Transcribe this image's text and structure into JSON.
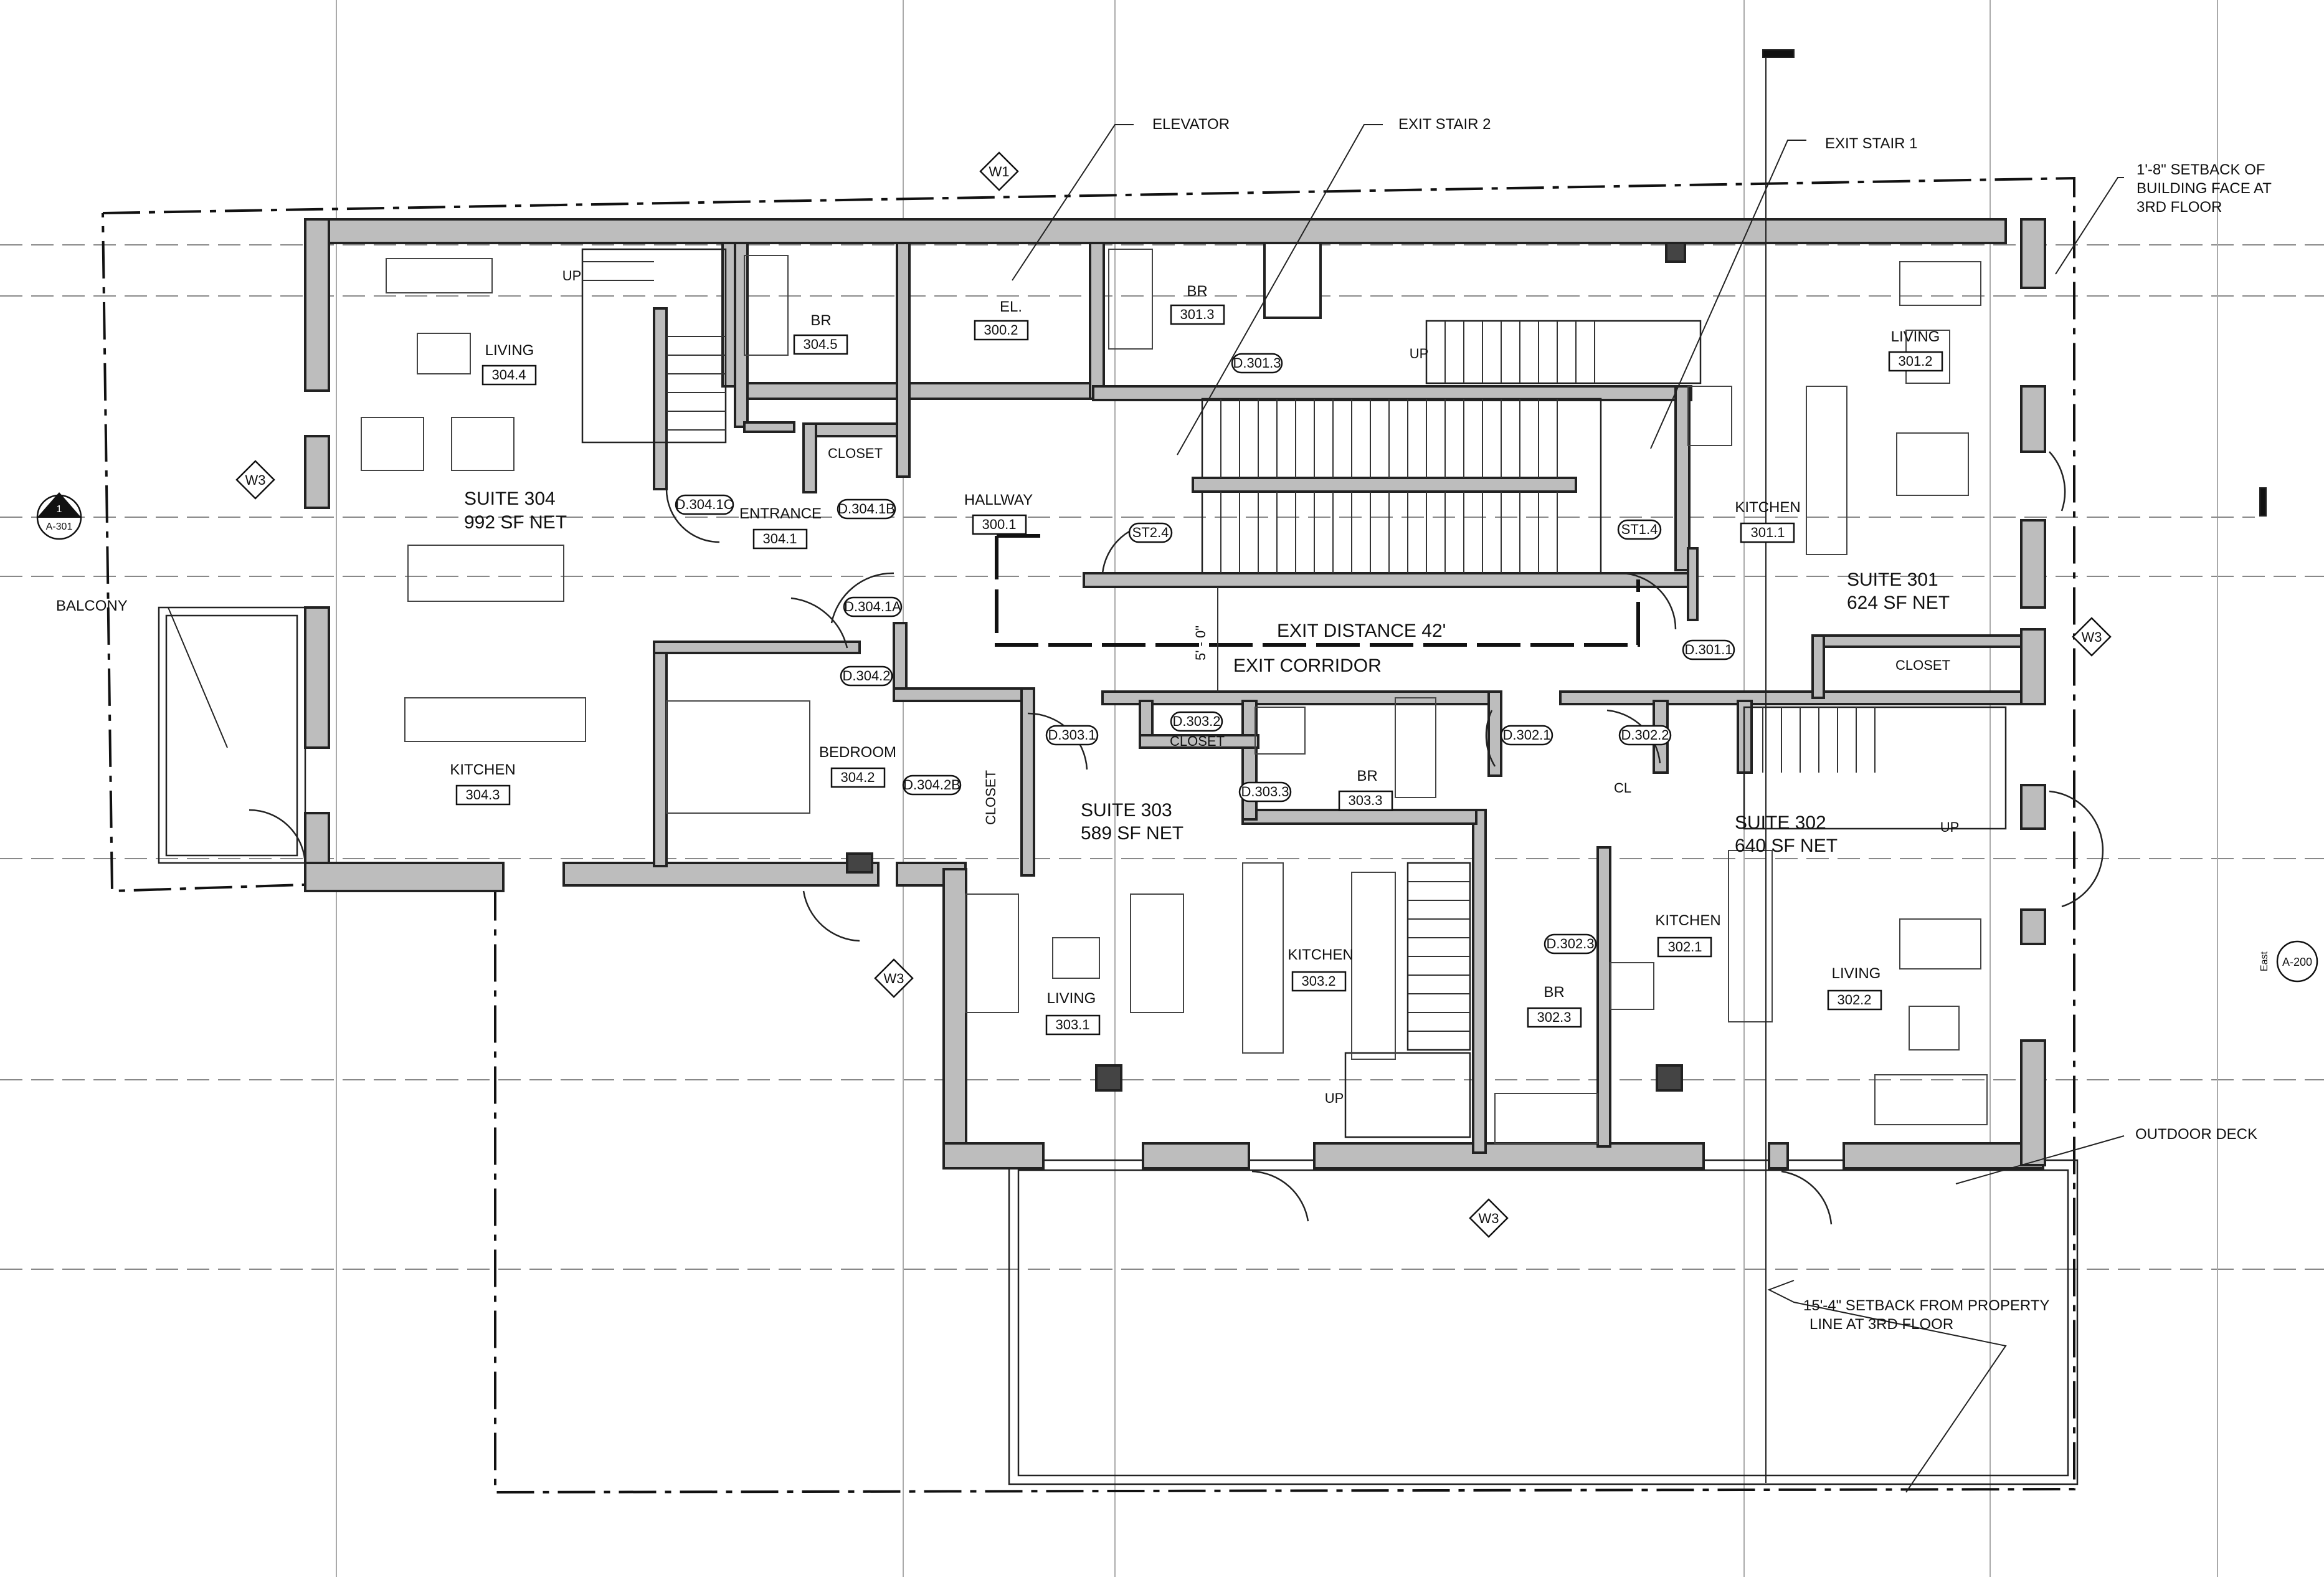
{
  "plan": {
    "rooms": {
      "elevator_label": "EL.",
      "elevator_tag": "300.2",
      "hallway_label": "HALLWAY",
      "hallway_tag": "300.1",
      "s301_br_label": "BR",
      "s301_br_tag": "301.3",
      "s301_living_label": "LIVING",
      "s301_living_tag": "301.2",
      "s301_kitchen_label": "KITCHEN",
      "s301_kitchen_tag": "301.1",
      "s302_kitchen_label": "KITCHEN",
      "s302_kitchen_tag": "302.1",
      "s302_living_label": "LIVING",
      "s302_living_tag": "302.2",
      "s302_br_label": "BR",
      "s302_br_tag": "302.3",
      "s303_br_label": "BR",
      "s303_br_tag": "303.3",
      "s303_kitchen_label": "KITCHEN",
      "s303_kitchen_tag": "303.2",
      "s303_living_label": "LIVING",
      "s303_living_tag": "303.1",
      "s304_living_label": "LIVING",
      "s304_living_tag": "304.4",
      "s304_br_label": "BR",
      "s304_br_tag": "304.5",
      "s304_entrance_label": "ENTRANCE",
      "s304_entrance_tag": "304.1",
      "s304_bedroom_label": "BEDROOM",
      "s304_bedroom_tag": "304.2",
      "s304_kitchen_label": "KITCHEN",
      "s304_kitchen_tag": "304.3",
      "closet": "CLOSET",
      "cl": "CL",
      "up": "UP"
    },
    "suites": {
      "s301_name": "SUITE 301",
      "s301_area": "624 SF NET",
      "s302_name": "SUITE 302",
      "s302_area": "640 SF NET",
      "s303_name": "SUITE 303",
      "s303_area": "589 SF NET",
      "s304_name": "SUITE 304",
      "s304_area": "992 SF NET"
    },
    "doors": {
      "d3043": "D.301.3",
      "st24": "ST2.4",
      "st14": "ST1.4",
      "d3011": "D.301.1",
      "d3041c": "D.304.1C",
      "d3041b": "D.304.1B",
      "d3041a": "D.304.1A",
      "d3042": "D.304.2",
      "d3042b": "D.304.2B",
      "d3031": "D.303.1",
      "d3032": "D.303.2",
      "d3033": "D.303.3",
      "d3021": "D.302.1",
      "d3022": "D.302.2",
      "d3023": "D.302.3"
    },
    "callouts": {
      "elevator": "ELEVATOR",
      "exit_stair_2": "EXIT STAIR 2",
      "exit_stair_1": "EXIT STAIR 1",
      "setback_top_1": "1'-8\" SETBACK OF",
      "setback_top_2": "BUILDING FACE AT",
      "setback_top_3": "3RD FLOOR",
      "balcony": "BALCONY",
      "outdoor_deck": "OUTDOOR DECK",
      "setback_prop_1": "15'-4\" SETBACK FROM PROPERTY",
      "setback_prop_2": "LINE AT 3RD FLOOR",
      "exit_distance": "EXIT DISTANCE 42'",
      "exit_corridor": "EXIT CORRIDOR",
      "dim_5ft": "5' - 0\""
    },
    "markers": {
      "w1": "W1",
      "w3": "W3",
      "section_num": "1",
      "section_sheet": "A-301",
      "elev_dir": "East",
      "elev_sheet": "A-200"
    }
  }
}
